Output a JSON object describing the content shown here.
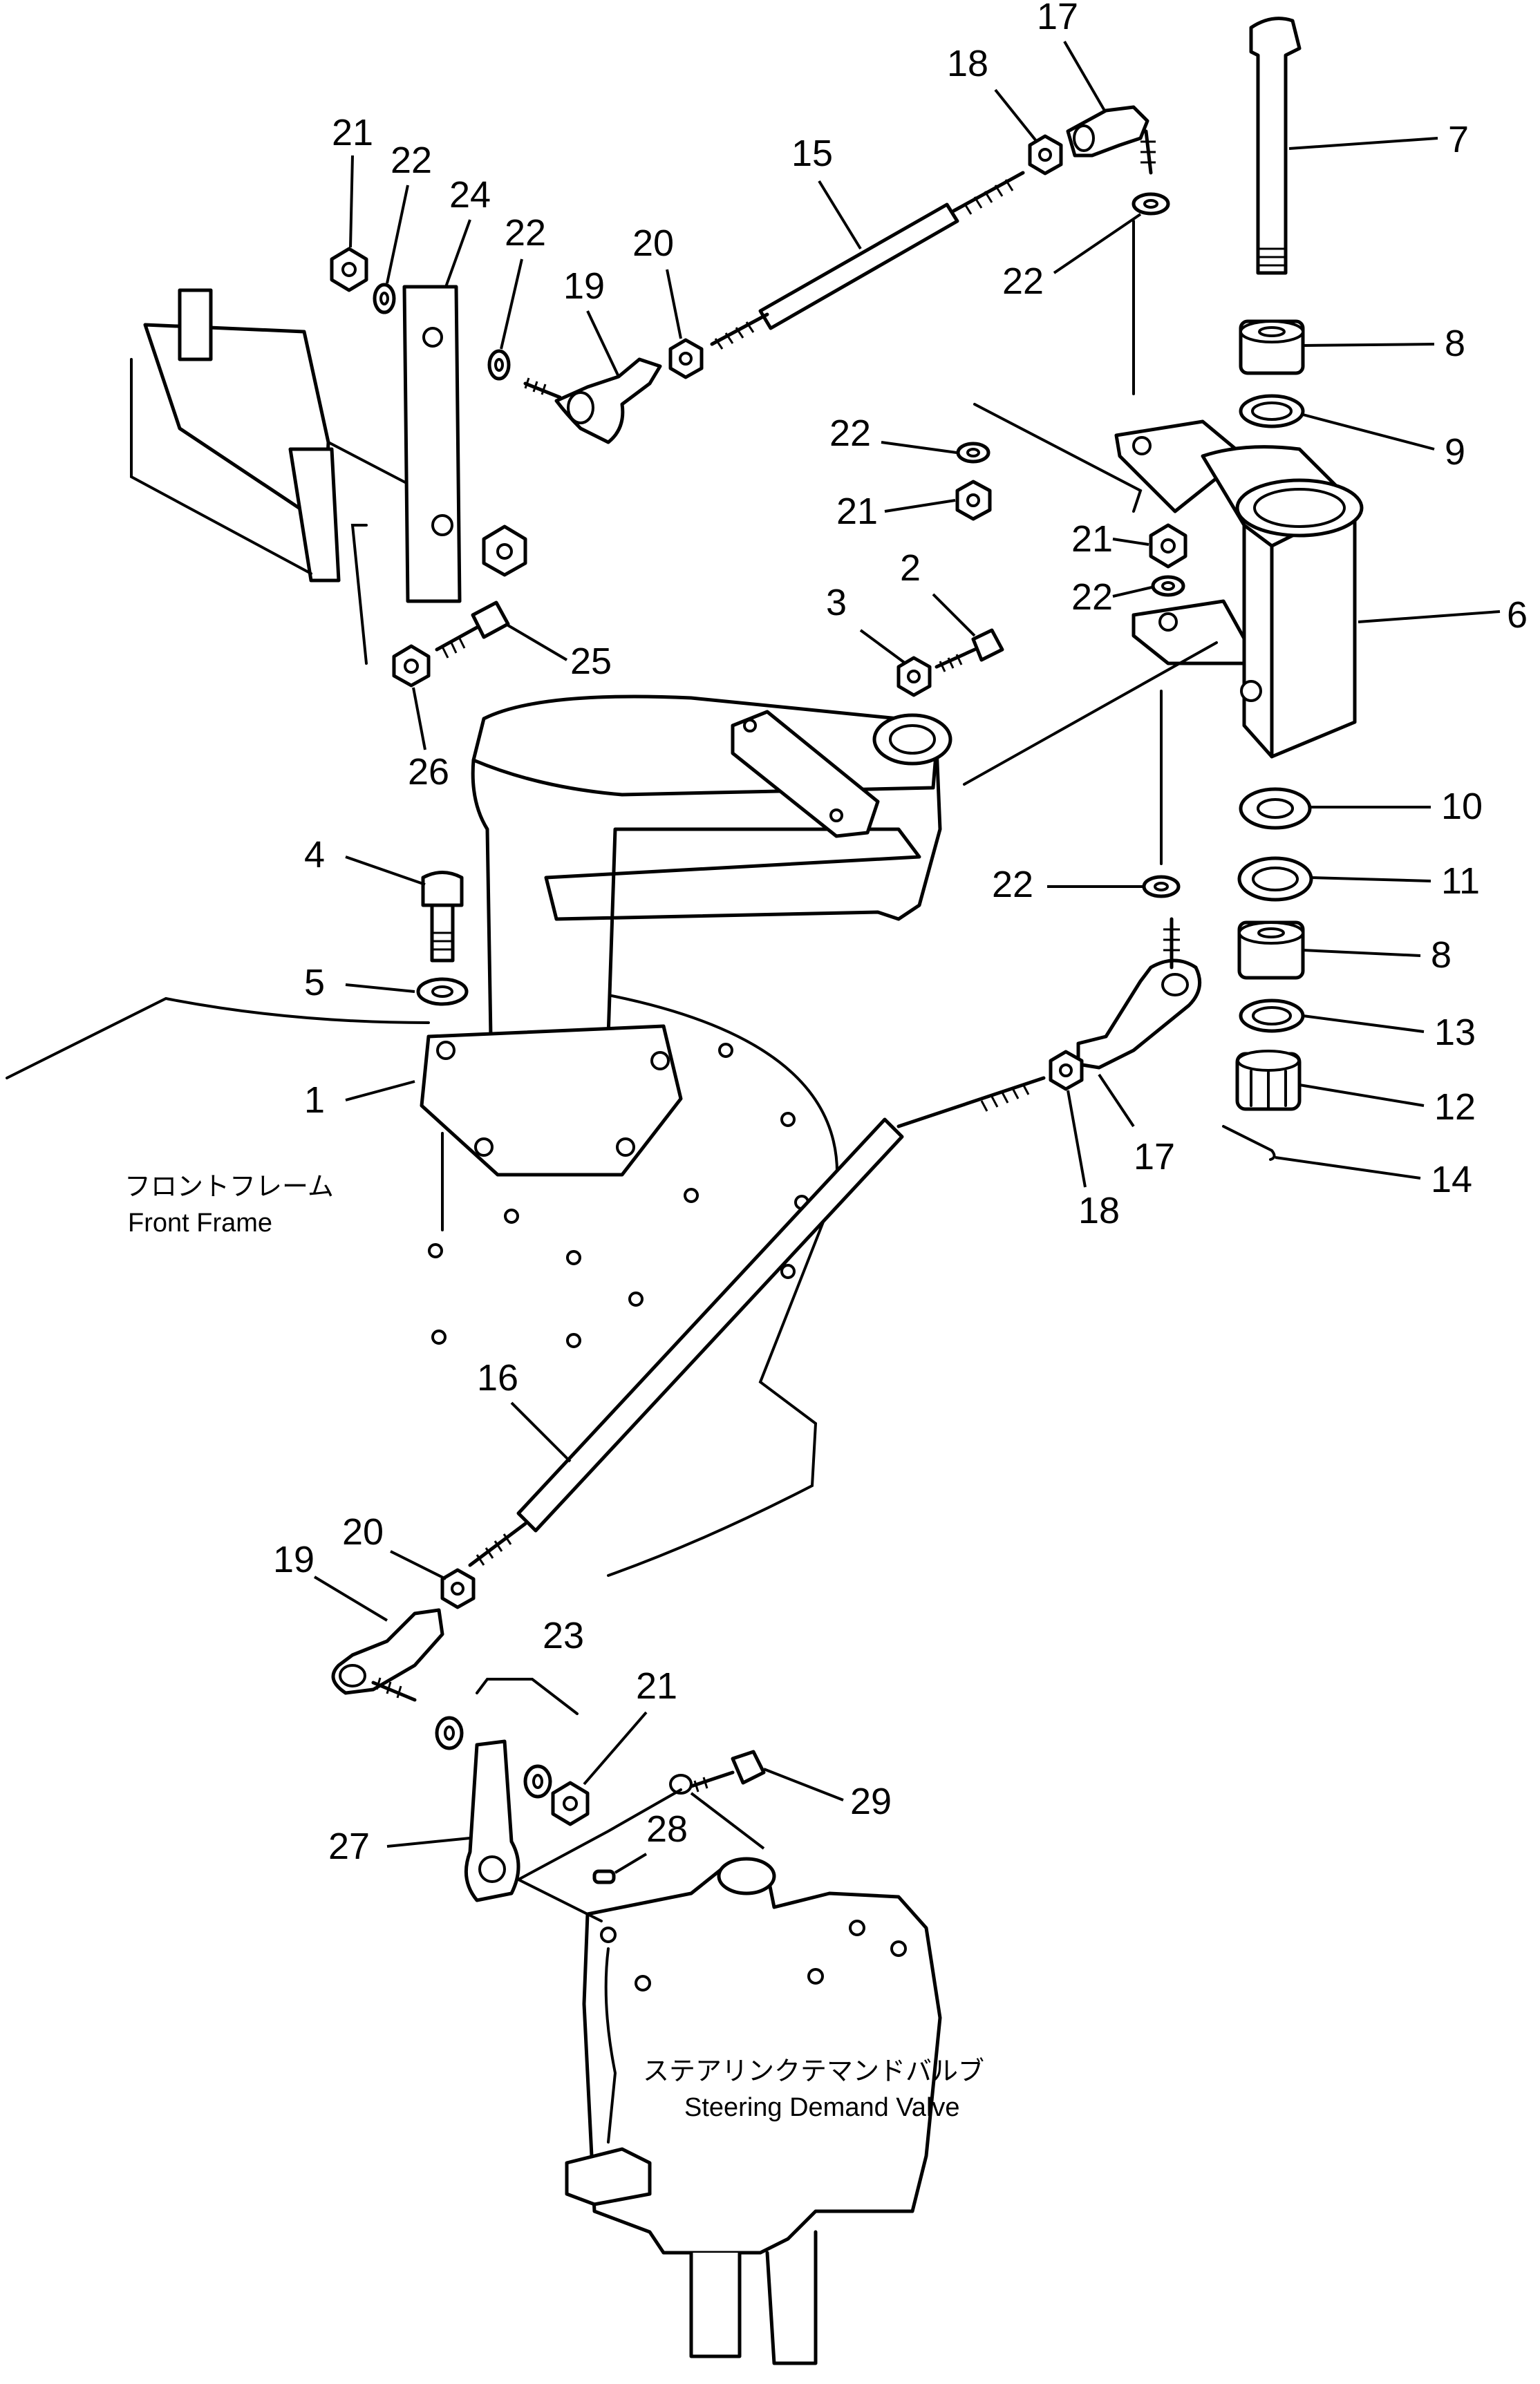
{
  "labels": {
    "front_frame_jp": "フロントフレーム",
    "front_frame_en": "Front Frame",
    "valve_jp": "ステアリンクテマンドバルブ",
    "valve_en": "Steering Demand Valve"
  },
  "callouts": [
    "1",
    "2",
    "3",
    "4",
    "5",
    "6",
    "7",
    "8",
    "8",
    "9",
    "10",
    "11",
    "12",
    "13",
    "14",
    "15",
    "16",
    "17",
    "17",
    "18",
    "18",
    "19",
    "19",
    "20",
    "20",
    "21",
    "21",
    "21",
    "21",
    "22",
    "22",
    "22",
    "22",
    "22",
    "22",
    "23",
    "24",
    "25",
    "26",
    "27",
    "28",
    "29"
  ]
}
